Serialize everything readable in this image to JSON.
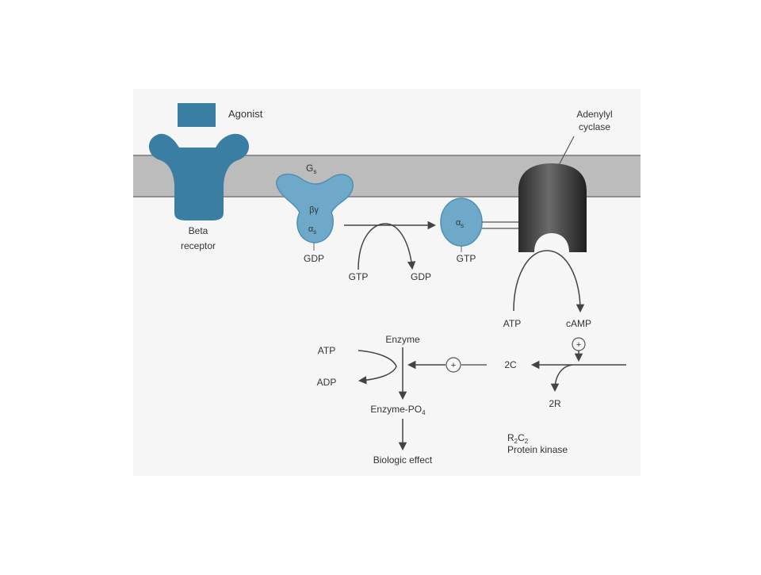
{
  "labels": {
    "agonist": "Agonist",
    "adenylyl_line1": "Adenylyl",
    "adenylyl_line2": "cyclase",
    "gs": "G",
    "gs_sub": "s",
    "beta_gamma": "βγ",
    "alpha_s": "α",
    "alpha_s_sub": "s",
    "alpha_s_free": "α",
    "alpha_s_free_sub": "s",
    "beta_line1": "Beta",
    "beta_line2": "receptor",
    "gdp_bound": "GDP",
    "gtp_bound": "GTP",
    "gtp_in": "GTP",
    "gdp_out": "GDP",
    "atp_cyclase": "ATP",
    "camp": "cAMP",
    "plus_camp": "+",
    "plus_kinase": "+",
    "c2": "2C",
    "r2": "2R",
    "r2c2_r": "R",
    "r2c2_2a": "2",
    "r2c2_c": "C",
    "r2c2_2b": "2",
    "protein_kinase": "Protein kinase",
    "enzyme": "Enzyme",
    "atp_enzyme": "ATP",
    "adp": "ADP",
    "enzyme_po4": "Enzyme-PO",
    "enzyme_po4_sub": "4",
    "biologic_effect": "Biologic effect"
  },
  "colors": {
    "receptor_blue": "#3a7ea4",
    "protein_light_blue": "#6fa9c9",
    "membrane": "#b9b9b9",
    "cyclase_dark": "#3b3b3b",
    "text": "#333333",
    "arrow": "#444444"
  }
}
